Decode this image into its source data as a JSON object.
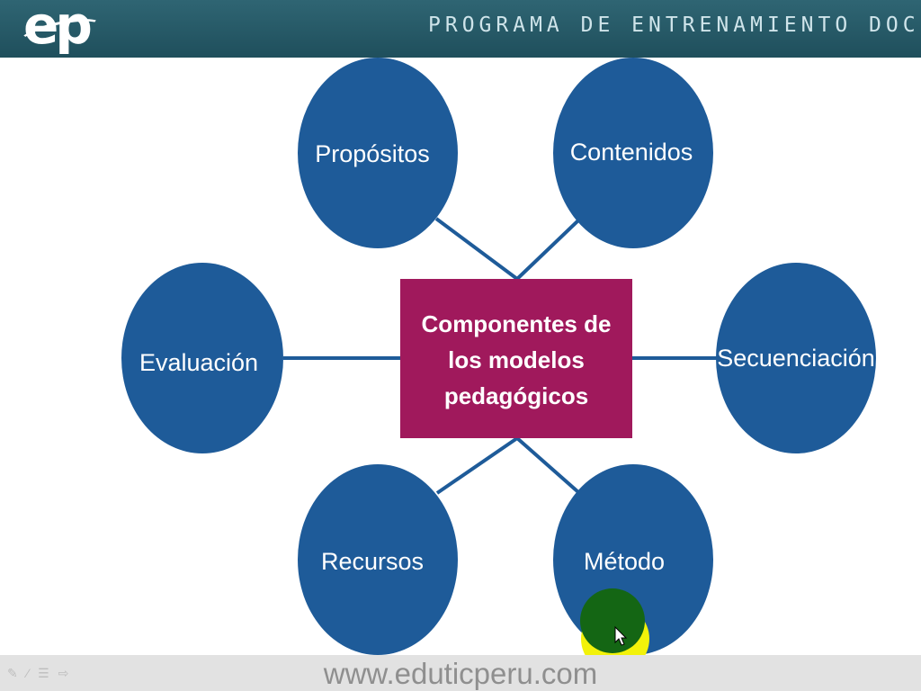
{
  "header": {
    "logo_text": "ep",
    "program_title": "PROGRAMA DE ENTRENAMIENTO DOCE"
  },
  "diagram": {
    "center": [
      "Componentes de",
      "los modelos",
      "pedagógicos"
    ],
    "nodes": {
      "propositos": "Propósitos",
      "contenidos": "Contenidos",
      "evaluacion": "Evaluación",
      "secuenciacion": "Secuenciación",
      "recursos": "Recursos",
      "metodo": "Método"
    }
  },
  "colors": {
    "node_fill": "#1e5b99",
    "center_fill": "#a0195c",
    "connector": "#1e5b99",
    "header_bg": "#2a5c69",
    "highlight_green": "#146614",
    "highlight_yellow": "#f2f20a"
  },
  "footer": {
    "url": "www.eduticperu.com",
    "tool_icons": [
      "pen-icon",
      "marker-icon",
      "menu-icon",
      "pointer-icon"
    ]
  }
}
